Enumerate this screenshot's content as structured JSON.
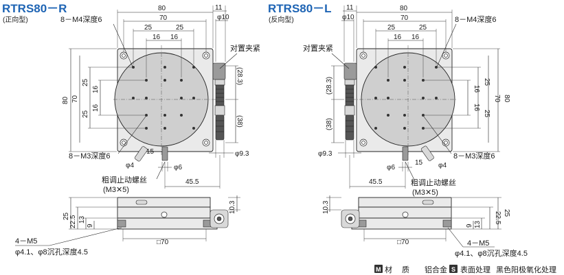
{
  "right": {
    "title": "RTRS80－R",
    "subtitle": "(正向型)",
    "dims": {
      "d80": "80",
      "d70": "70",
      "d25": "25",
      "d16": "16",
      "d11": "11",
      "d10": "φ10",
      "d28_3": "(28.3)",
      "d38": "(38)",
      "d9_3": "φ9.3",
      "d6": "φ6",
      "d4": "φ4",
      "d15": "15",
      "d45_5": "45.5",
      "h10_3": "10.3",
      "h25": "25",
      "h22_5": "22.5",
      "h13": "13",
      "h9": "9",
      "sq70": "□70"
    },
    "labels": {
      "tap_m4": "8－M4深度6",
      "tap_m3": "8－M3深度6",
      "clamp": "对置夹紧",
      "coarse": "粗调止动螺丝",
      "coarse_spec": "(M3✕5)",
      "mount": "4－M5",
      "mount_spec": "φ4.1、φ8沉孔深度4.5"
    }
  },
  "left": {
    "title": "RTRS80－L",
    "subtitle": "(反向型)",
    "dims": {
      "d80": "80",
      "d70": "70",
      "d25": "25",
      "d16": "16",
      "d11": "11",
      "d10": "φ10",
      "d28_3": "(28.3)",
      "d38": "(38)",
      "d9_3": "φ9.3",
      "d6": "φ6",
      "d4": "φ4",
      "d15": "15",
      "d45_5": "45.5",
      "h10_3": "10.3",
      "h25": "25",
      "h22_5": "22.5",
      "h13": "13",
      "h9": "9",
      "sq70": "□70"
    },
    "labels": {
      "tap_m4": "8－M4深度6",
      "tap_m3": "8－M3深度6",
      "clamp": "对置夹紧",
      "coarse": "粗调止动螺丝",
      "coarse_spec": "(M3✕5)",
      "mount": "4－M5",
      "mount_spec": "φ4.1、φ8沉孔深度4.5"
    }
  },
  "legend": {
    "material_icon": "M",
    "material_label": "材　 质",
    "material_value": "铝合金",
    "surface_icon": "S",
    "surface_label": "表面处理",
    "surface_value": "黑色阳极氧化处理"
  }
}
